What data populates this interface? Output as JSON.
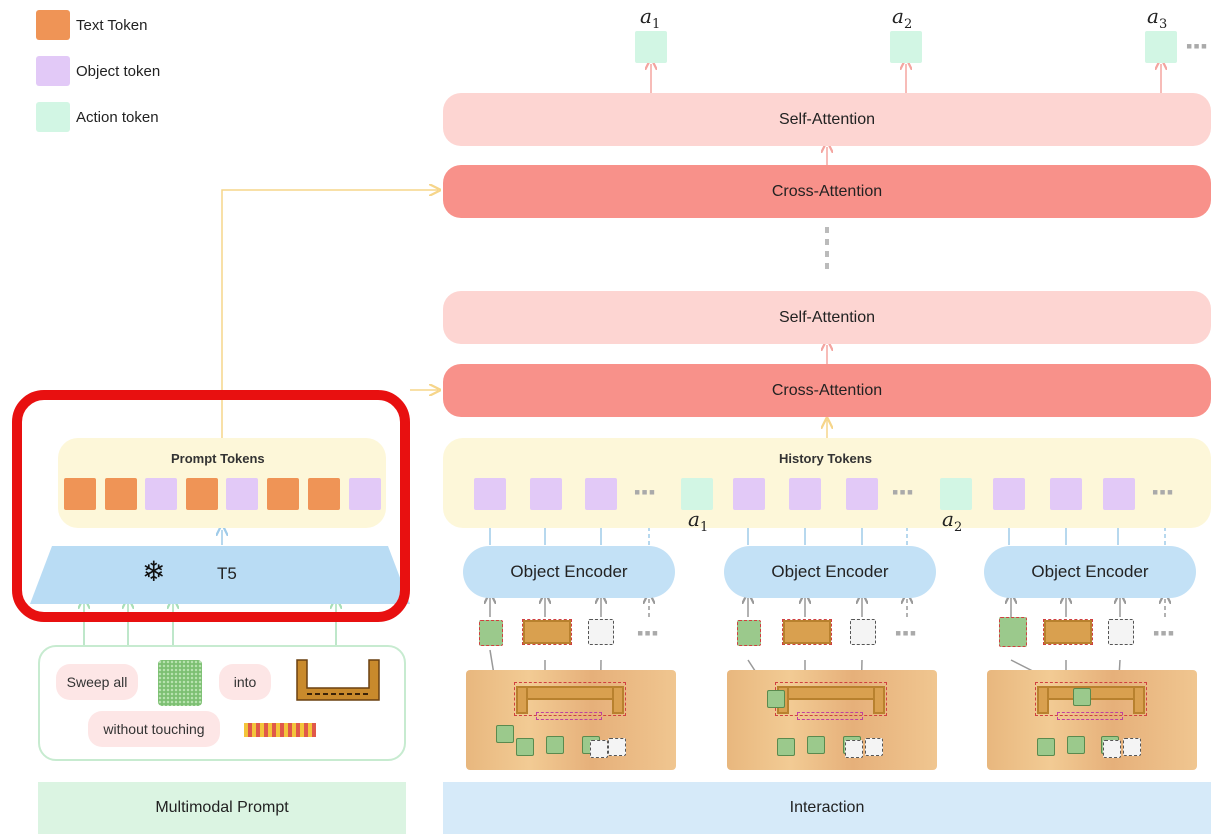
{
  "legend": {
    "text_token": "Text Token",
    "object_token": "Object token",
    "action_token": "Action token"
  },
  "outputs": {
    "a1": {
      "base": "a",
      "sub": "1"
    },
    "a2": {
      "base": "a",
      "sub": "2"
    },
    "a3": {
      "base": "a",
      "sub": "3"
    }
  },
  "blocks": {
    "self_attention_top": "Self-Attention",
    "cross_attention_top": "Cross-Attention",
    "self_attention_bottom": "Self-Attention",
    "cross_attention_bottom": "Cross-Attention"
  },
  "prompt": {
    "tokens_label": "Prompt Tokens",
    "t5_label": "T5",
    "snowflake": "❄",
    "sweep_all": "Sweep all",
    "into": "into",
    "without_touching": "without touching",
    "section_label": "Multimodal Prompt"
  },
  "history": {
    "tokens_label": "History Tokens",
    "a1": {
      "base": "a",
      "sub": "1"
    },
    "a2": {
      "base": "a",
      "sub": "2"
    },
    "encoder_label_1": "Object Encoder",
    "encoder_label_2": "Object Encoder",
    "encoder_label_3": "Object Encoder",
    "section_label": "Interaction"
  },
  "colors": {
    "text_token": "#ef9456",
    "object_token": "#e2c9f7",
    "action_token": "#d2f6e4",
    "self_attention": "#fdd5d2",
    "cross_attention": "#f8918a",
    "highlight_box": "#e81010"
  }
}
